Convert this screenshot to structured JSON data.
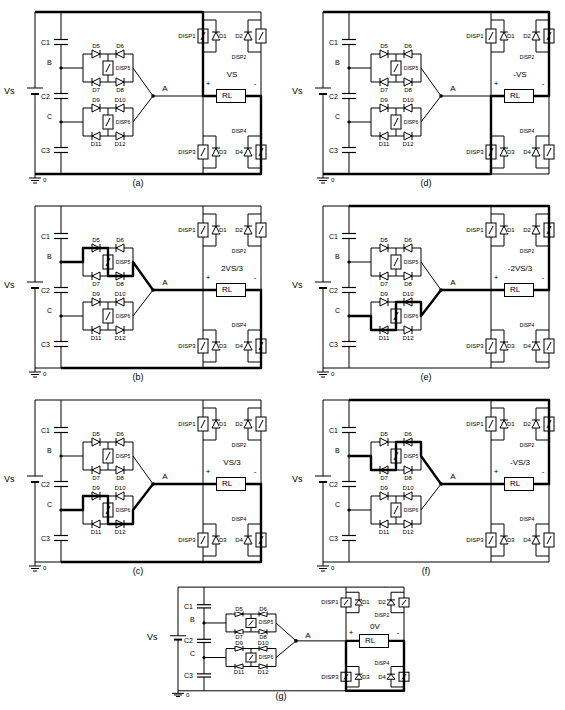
{
  "diagram": {
    "nodes": [
      {
        "text": [
          "RL"
        ]
      },
      {
        "text": [
          "RL"
        ]
      },
      {
        "text": [
          "RL"
        ]
      },
      {
        "text": [
          "RL"
        ]
      },
      {
        "text": [
          "RL"
        ]
      },
      {
        "text": [
          "RL"
        ]
      },
      {
        "text": [
          "RL"
        ]
      }
    ],
    "labels": [
      "Vs",
      "C1",
      "B",
      "C2",
      "C",
      "C3",
      "D5",
      "D6",
      "DISP5",
      "D7",
      "D8",
      "D9",
      "D10",
      "DISP6",
      "D11",
      "D12",
      "DISP1",
      "D1",
      "D2",
      "DISP2",
      "DISP3",
      "D3",
      "D4",
      "DISP4",
      "A",
      "+",
      "VS",
      "-",
      "0",
      "(a)",
      "Vs",
      "C1",
      "B",
      "C2",
      "C",
      "C3",
      "D5",
      "D6",
      "DISP5",
      "D7",
      "D8",
      "D9",
      "D10",
      "DISP6",
      "D11",
      "D12",
      "DISP1",
      "D1",
      "D2",
      "DISP2",
      "DISP3",
      "D3",
      "D4",
      "DISP4",
      "A",
      "+",
      "-VS",
      "-",
      "0",
      "(d)",
      "Vs",
      "C1",
      "B",
      "C2",
      "C",
      "C3",
      "D5",
      "D6",
      "DISP5",
      "D7",
      "D8",
      "D9",
      "D10",
      "DISP6",
      "D11",
      "D12",
      "DISP1",
      "D1",
      "D2",
      "DISP2",
      "DISP3",
      "D3",
      "D4",
      "DISP4",
      "A",
      "+",
      "2VS/3",
      "-",
      "0",
      "(b)",
      "Vs",
      "C1",
      "B",
      "C2",
      "C",
      "C3",
      "D5",
      "D6",
      "DISP5",
      "D7",
      "D8",
      "D9",
      "D10",
      "DISP6",
      "D11",
      "D12",
      "DISP1",
      "D1",
      "D2",
      "DISP2",
      "DISP3",
      "D3",
      "D4",
      "DISP4",
      "A",
      "+",
      "-2VS/3",
      "-",
      "0",
      "(e)",
      "Vs",
      "C1",
      "B",
      "C2",
      "C",
      "C3",
      "D5",
      "D6",
      "DISP5",
      "D7",
      "D8",
      "D9",
      "D10",
      "DISP6",
      "D11",
      "D12",
      "DISP1",
      "D1",
      "D2",
      "DISP2",
      "DISP3",
      "D3",
      "D4",
      "DISP4",
      "A",
      "+",
      "VS/3",
      "-",
      "0",
      "(c)",
      "Vs",
      "C1",
      "B",
      "C2",
      "C",
      "C3",
      "D5",
      "D6",
      "DISP5",
      "D7",
      "D8",
      "D9",
      "D10",
      "DISP6",
      "D11",
      "D12",
      "DISP1",
      "D1",
      "D2",
      "DISP2",
      "DISP3",
      "D3",
      "D4",
      "DISP4",
      "A",
      "+",
      "-VS/3",
      "-",
      "0",
      "(f)",
      "Vs",
      "C1",
      "B",
      "C2",
      "C",
      "C3",
      "D5",
      "D6",
      "DISP5",
      "D7",
      "D8",
      "D9",
      "D10",
      "DISP6",
      "D11",
      "D12",
      "DISP1",
      "D1",
      "D2",
      "DISP2",
      "DISP3",
      "D3",
      "D4",
      "DISP4",
      "A",
      "+",
      "0V",
      "-",
      "0",
      "(g)"
    ]
  }
}
